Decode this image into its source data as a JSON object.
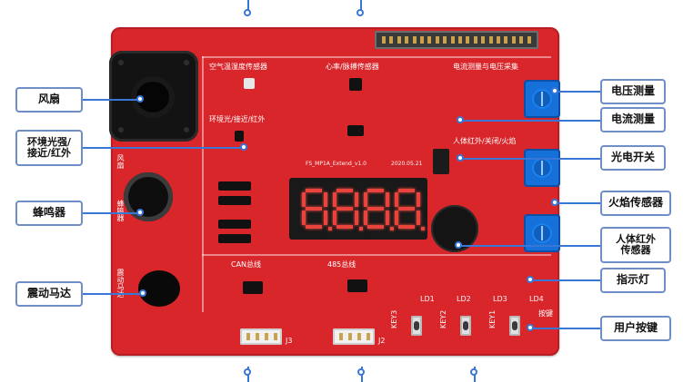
{
  "callouts": {
    "left": [
      {
        "id": "fan",
        "text": "风扇"
      },
      {
        "id": "ambient",
        "text": "环境光强/\n接近/红外"
      },
      {
        "id": "buzzer",
        "text": "蜂鸣器"
      },
      {
        "id": "vibration",
        "text": "震动马达"
      }
    ],
    "right": [
      {
        "id": "voltage",
        "text": "电压测量"
      },
      {
        "id": "current",
        "text": "电流测量"
      },
      {
        "id": "photo_switch",
        "text": "光电开关"
      },
      {
        "id": "flame",
        "text": "火焰传感器"
      },
      {
        "id": "pir",
        "text": "人体红外\n传感器"
      },
      {
        "id": "indicator",
        "text": "指示灯"
      },
      {
        "id": "user_key",
        "text": "用户按键"
      }
    ]
  },
  "board": {
    "sections": {
      "temp_humidity": "空气温湿度传感器",
      "heart_rate": "心率/脉搏传感器",
      "current_voltage": "电流测量与电压采集",
      "ambient": "环境光/接近/红外",
      "pir_photo_flame": "人体红外/关闭/火焰",
      "can": "CAN总线",
      "rs485": "485总线",
      "button": "按键",
      "fan": "风扇",
      "buzzer": "蜂鸣器",
      "vibration": "震动马达"
    },
    "silkscreen": {
      "board_id": "FS_MP1A_Extend_v1.0",
      "date": "2020.05.21",
      "j3": "J3",
      "j2": "J2",
      "leds": [
        "LD1",
        "LD2",
        "LD3",
        "LD4"
      ],
      "keys": [
        "KEY3",
        "KEY2",
        "KEY1"
      ]
    },
    "seven_segment": "8.8.8.8."
  },
  "colors": {
    "board_red": "#d8262b",
    "callout_blue": "#3877d6",
    "label_border": "#6f8ec7",
    "pot_blue": "#1670d9",
    "segment_red": "#e8443d"
  },
  "icons": {
    "callout_marker": "circle-outline-icon"
  }
}
